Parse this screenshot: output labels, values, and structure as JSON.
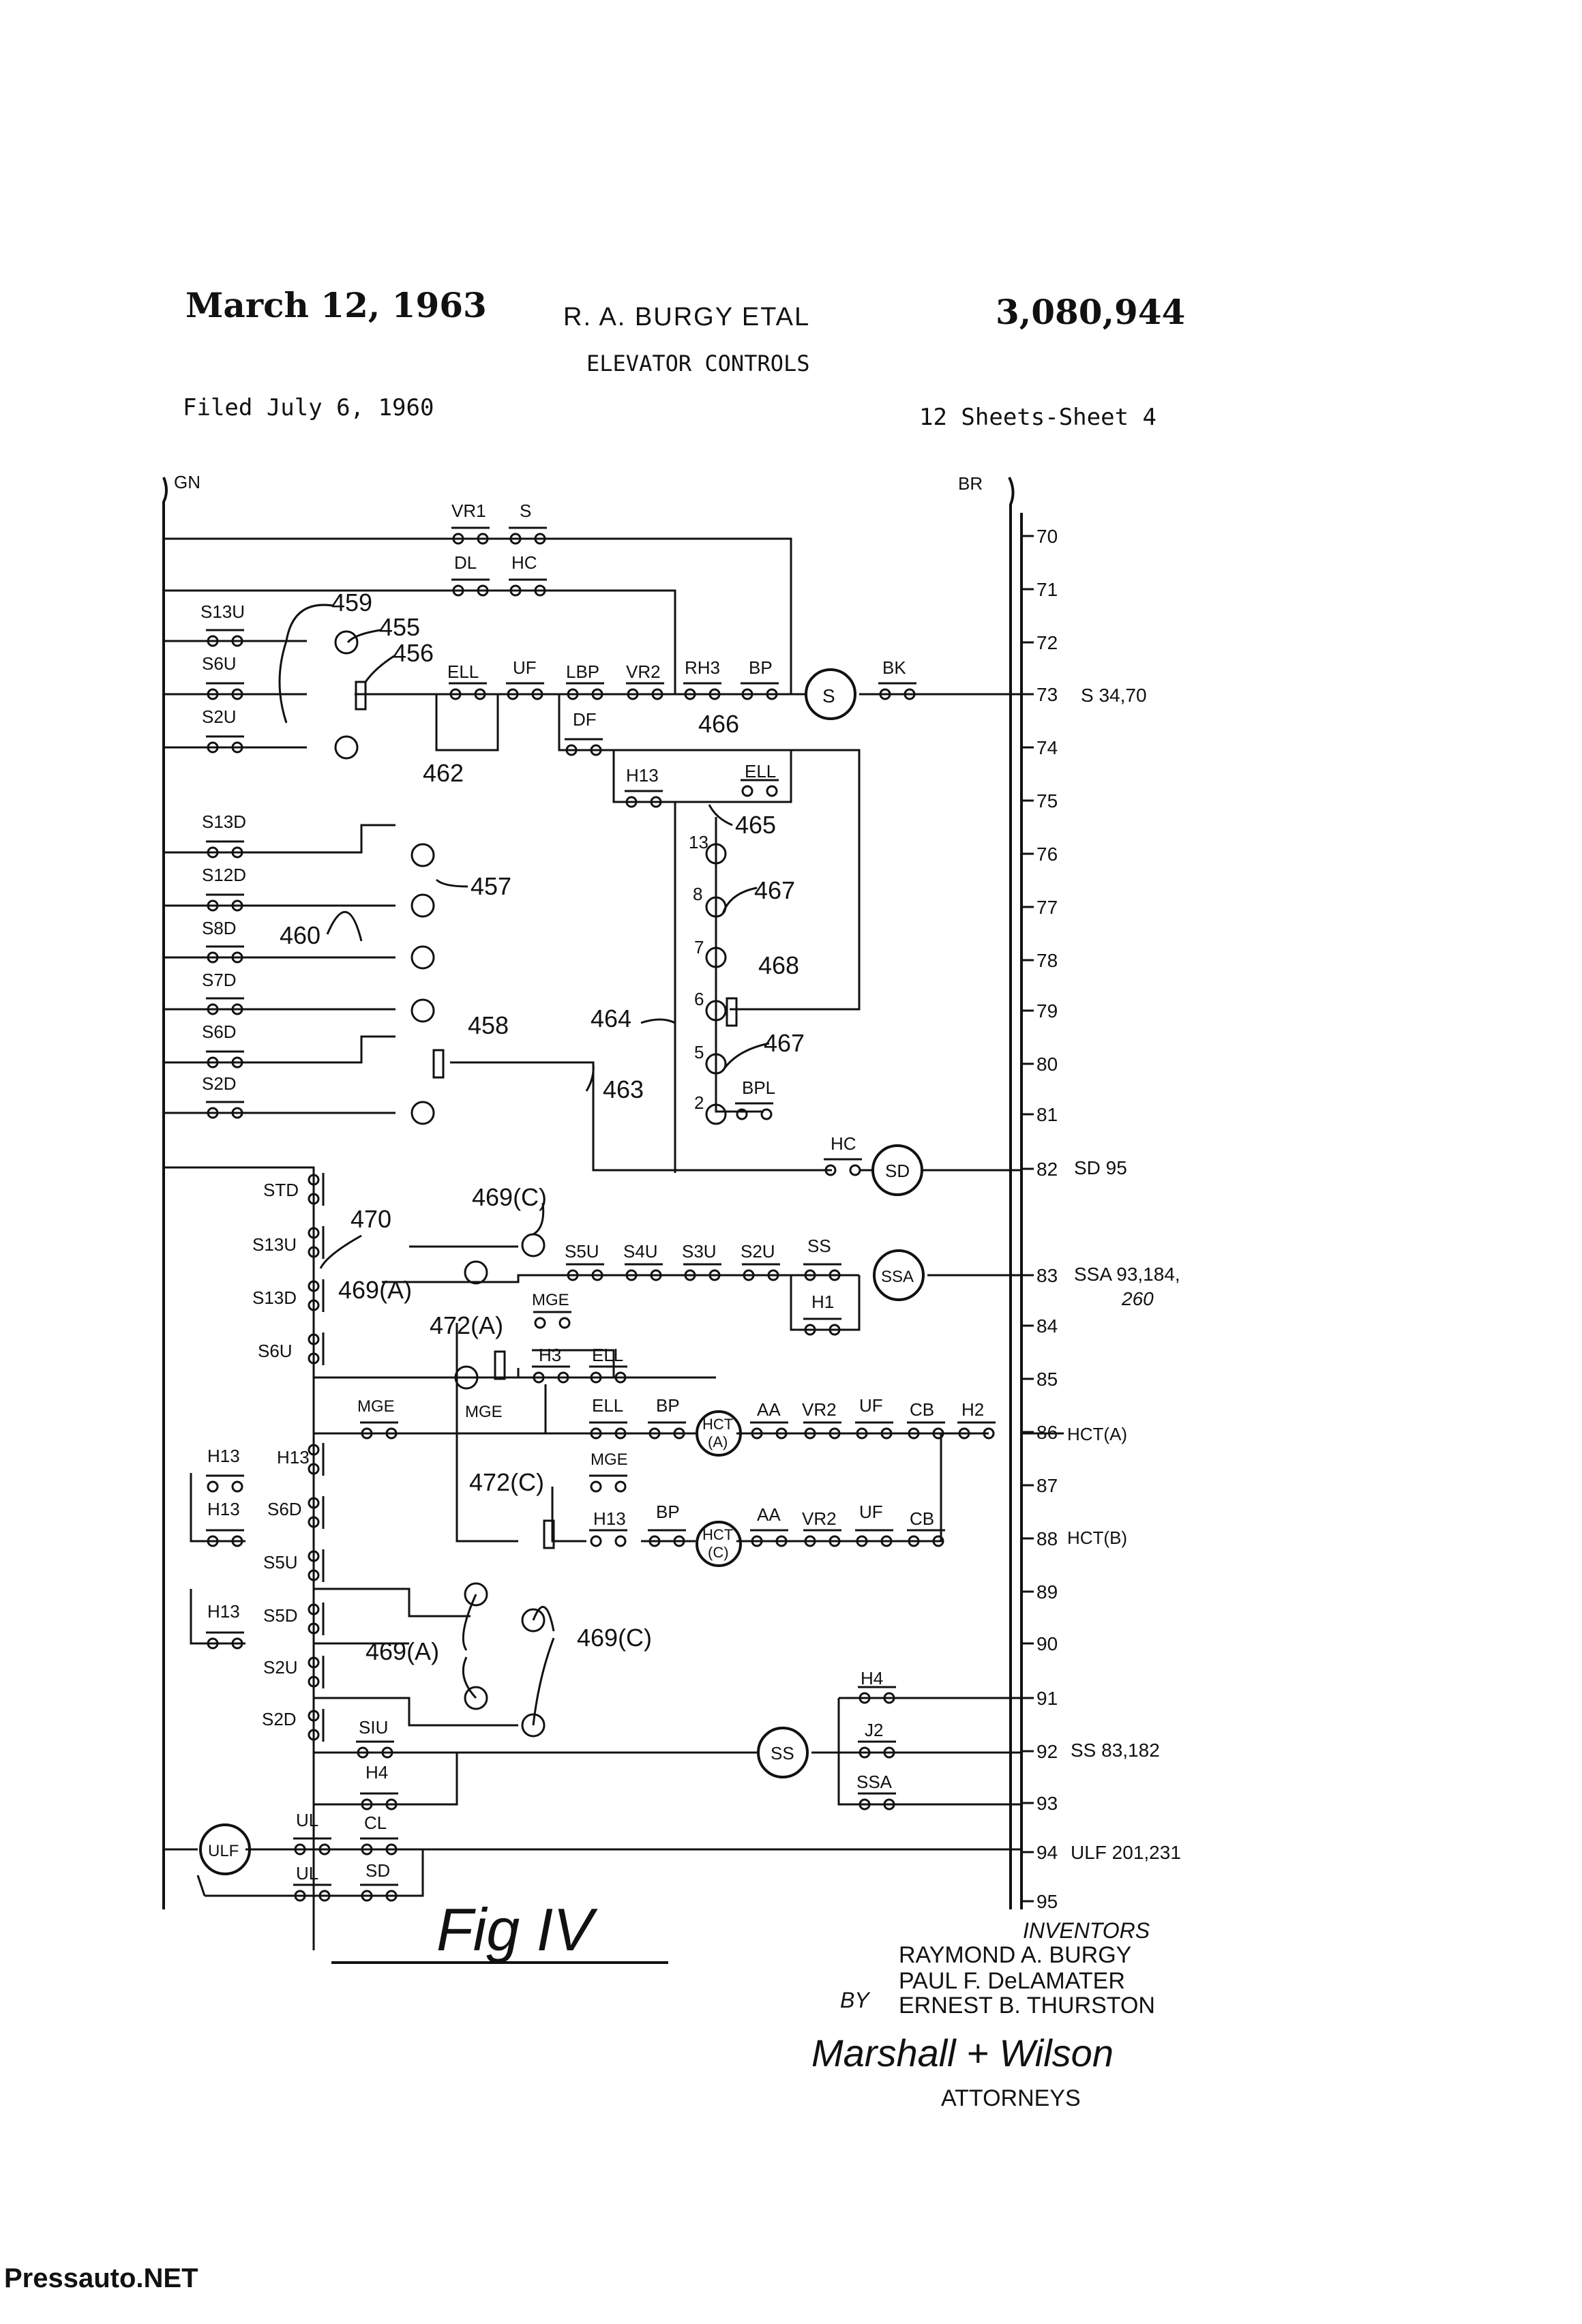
{
  "header": {
    "date": "March 12, 1963",
    "authors": "R. A. BURGY ETAL",
    "patent_number": "3,080,944",
    "subject": "ELEVATOR CONTROLS",
    "filed": "Filed July 6, 1960",
    "sheets": "12 Sheets-Sheet 4"
  },
  "rails": {
    "left": "GN",
    "right": "BR"
  },
  "line_numbers": [
    "70",
    "71",
    "72",
    "73",
    "74",
    "75",
    "76",
    "77",
    "78",
    "79",
    "80",
    "81",
    "82",
    "83",
    "84",
    "85",
    "86",
    "87",
    "88",
    "89",
    "90",
    "91",
    "92",
    "93",
    "94",
    "95"
  ],
  "line_refs": [
    {
      "line": "73",
      "text": "S 34,70"
    },
    {
      "line": "82",
      "text": "SD 95"
    },
    {
      "line": "83",
      "text": "SSA 93,184,"
    },
    {
      "line": "83b",
      "text": "260"
    },
    {
      "line": "86",
      "text": "HCT(A)"
    },
    {
      "line": "88",
      "text": "HCT(B)"
    },
    {
      "line": "92",
      "text": "SS 83,182"
    },
    {
      "line": "94",
      "text": "ULF 201,231"
    }
  ],
  "contacts": {
    "vr1": "VR1",
    "s": "S",
    "dl": "DL",
    "hc": "HC",
    "s13u": "S13U",
    "s6u": "S6U",
    "s2u": "S2U",
    "ell": "ELL",
    "uf": "UF",
    "lbp": "LBP",
    "vr2": "VR2",
    "rh3": "RH3",
    "bp": "BP",
    "bk": "BK",
    "df": "DF",
    "h13": "H13",
    "s13d": "S13D",
    "s12d": "S12D",
    "s8d": "S8D",
    "s7d": "S7D",
    "s6d": "S6D",
    "s2d": "S2D",
    "bpl": "BPL",
    "std": "STD",
    "s5u": "S5U",
    "s4u": "S4U",
    "s3u": "S3U",
    "ss": "SS",
    "h1": "H1",
    "mge": "MGE",
    "h3": "H3",
    "aa": "AA",
    "cb": "CB",
    "h2": "H2",
    "s5d": "S5D",
    "h4": "H4",
    "j2": "J2",
    "ssa": "SSA",
    "siu": "SIU",
    "ul": "UL",
    "cl": "CL",
    "sd": "SD"
  },
  "coils": {
    "s": "S",
    "sd": "SD",
    "ssa": "SSA",
    "hct_a_top": "HCT",
    "hct_a_bottom": "(A)",
    "hct_c_top": "HCT",
    "hct_c_bottom": "(C)",
    "ss": "SS",
    "ulf": "ULF"
  },
  "switch_numbers": [
    "13",
    "8",
    "7",
    "6",
    "5",
    "2"
  ],
  "refs": {
    "r459": "459",
    "r455": "455",
    "r456": "456",
    "r462": "462",
    "r466": "466",
    "r465": "465",
    "r457": "457",
    "r460": "460",
    "r467a": "467",
    "r468": "468",
    "r464": "464",
    "r458": "458",
    "r467b": "467",
    "r463": "463",
    "r469c_top": "469(C)",
    "r470": "470",
    "r469a_top": "469(A)",
    "r472a": "472(A)",
    "r472c": "472(C)",
    "r469a_bot": "469(A)",
    "r469c_bot": "469(C)"
  },
  "figure": "Fig IV",
  "inventors": {
    "heading": "INVENTORS",
    "names": [
      "RAYMOND A. BURGY",
      "PAUL F. DeLAMATER",
      "ERNEST B. THURSTON"
    ],
    "by": "BY",
    "signature": "Marshall + Wilson",
    "attorneys": "ATTORNEYS"
  },
  "watermark": "Pressauto.NET"
}
